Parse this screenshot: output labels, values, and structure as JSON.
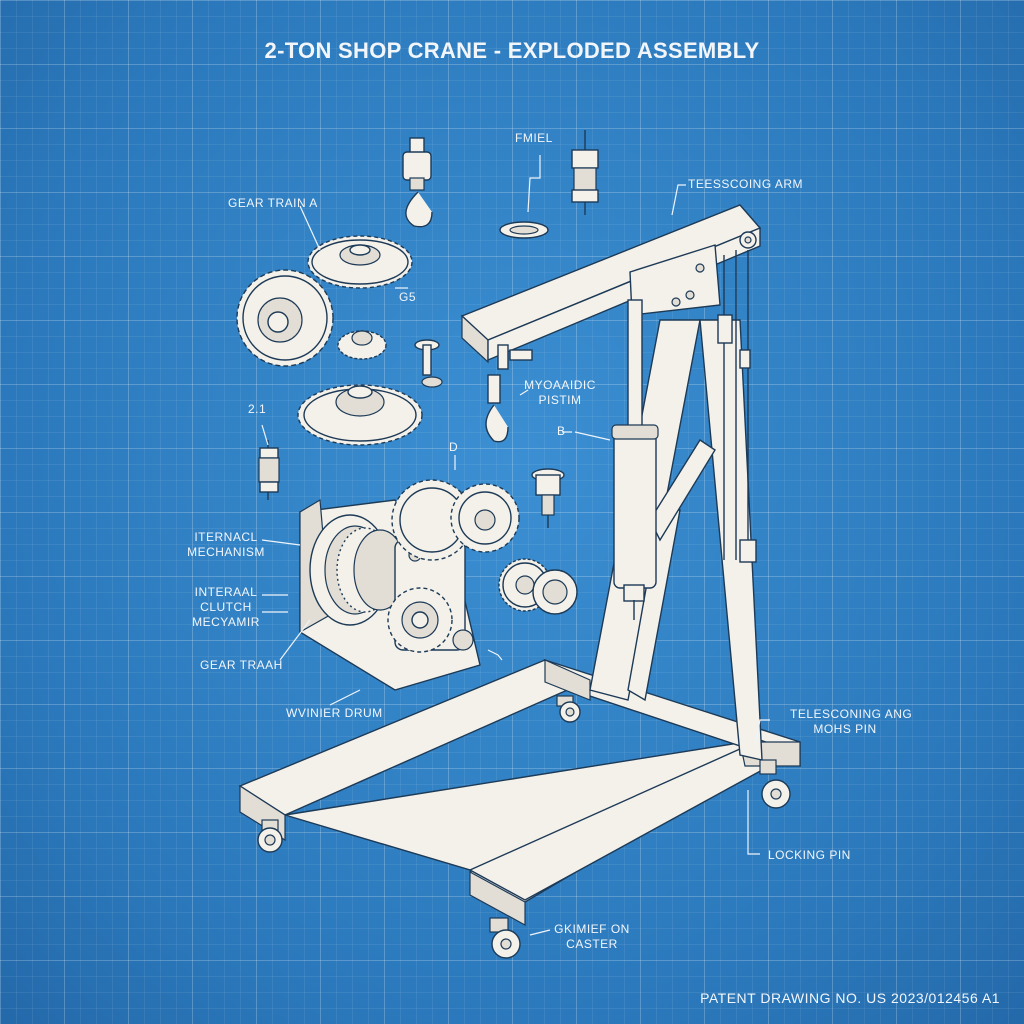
{
  "title": "2-TON SHOP CRANE - EXPLODED ASSEMBLY",
  "patent_number": "PATENT DRAWING NO. US 2023/012456 A1",
  "labels": {
    "fmiel": "FMIEL",
    "telescoping_arm": "TEESSCOING ARM",
    "gear_train_a": "GEAR TRAIN A",
    "g5": "G5",
    "hydraulic_piston": [
      "MYOAAIDIC",
      "PISTIM"
    ],
    "ref_2_1": "2.1",
    "ref_d": "D",
    "ref_b": "B",
    "internal_mechanism": [
      "ITERNACL",
      "MECHANISM"
    ],
    "internal_clutch": [
      "INTERAAL",
      "CLUTCH",
      "MECYAMIR"
    ],
    "gear_train_b": "GEAR TRAAH",
    "winder_drum": "WVINIER DRUM",
    "telescoping_pin": [
      "TELESCONING ANG",
      "MOHS PIN"
    ],
    "locking_pin": "LOCKING PIN",
    "caster": [
      "GKIMIEF ON",
      "CASTER"
    ]
  },
  "colors": {
    "background": "#2f82c6",
    "grid_line": "#ffffff",
    "part_fill": "#f4f1ea",
    "part_outline": "#1d3a57",
    "text": "#f2f6fb"
  }
}
